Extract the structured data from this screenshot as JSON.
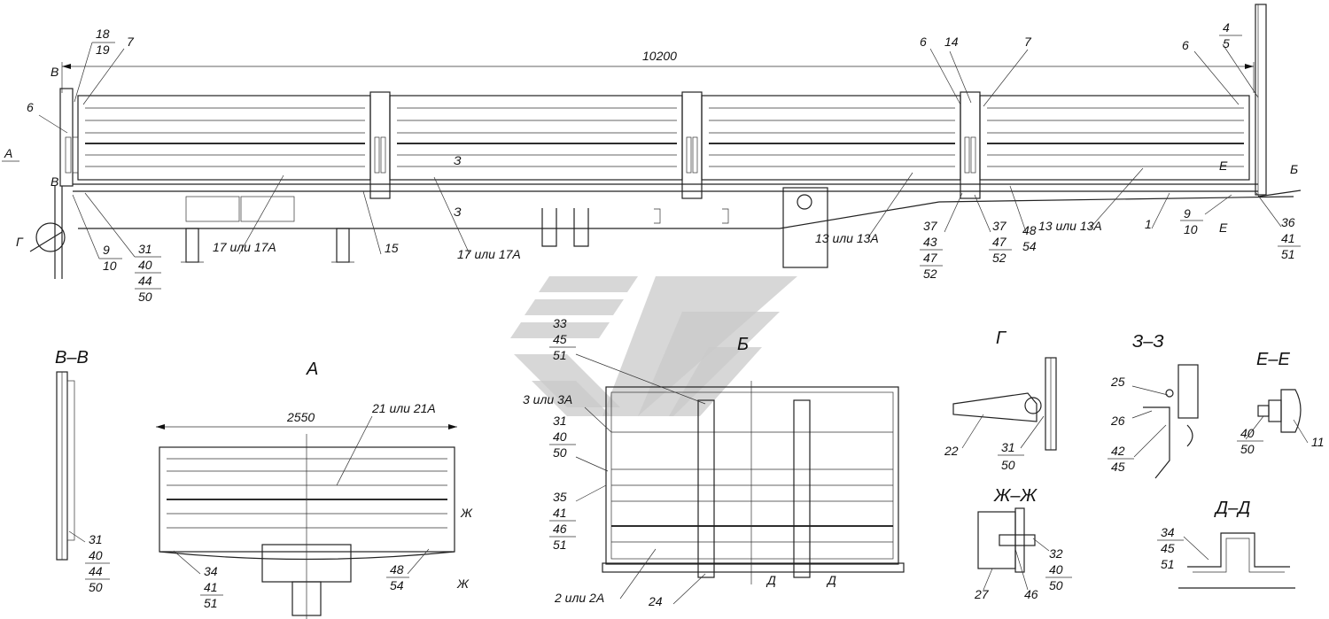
{
  "dimensions": {
    "overall_length": "10200",
    "width": "2550"
  },
  "view_titles": {
    "a": "А",
    "b": "Б",
    "vv": "В–В",
    "g": "Г",
    "zz": "З–З",
    "ee": "Е–Е",
    "zhzh": "Ж–Ж",
    "dd": "Д–Д"
  },
  "section_marks": {
    "v": "В",
    "a": "А",
    "g": "Г",
    "b": "Б",
    "z": "З",
    "e": "Е",
    "zh": "Ж",
    "d": "Д"
  },
  "callouts_main": {
    "c18_19": [
      "18",
      "19"
    ],
    "c7a": "7",
    "c6a": "6",
    "c9_10": [
      "9",
      "10"
    ],
    "c31_stack": [
      "31",
      "40",
      "44",
      "50"
    ],
    "c17a": "17 или 17А",
    "c15": "15",
    "c17b": "17 или 17А",
    "c13a": "13 или 13А",
    "c6b": "6",
    "c14": "14",
    "c7b": "7",
    "c37a": [
      "37",
      "43",
      "47",
      "52"
    ],
    "c37b": [
      "37",
      "47",
      "52"
    ],
    "c48_54": [
      "48",
      "54"
    ],
    "c13b": "13 или 13А",
    "c1": "1",
    "c9_10b": [
      "9",
      "10"
    ],
    "c6c": "6",
    "c4_5": [
      "4",
      "5"
    ],
    "c36": [
      "36",
      "41",
      "51"
    ]
  },
  "callouts_vv": {
    "stack": [
      "31",
      "40",
      "44",
      "50"
    ]
  },
  "callouts_a": {
    "c21": "21 или 21А",
    "c34": [
      "34",
      "41",
      "51"
    ],
    "c48": [
      "48",
      "54"
    ]
  },
  "callouts_b": {
    "c33": [
      "33",
      "45",
      "51"
    ],
    "c3": "3 или 3А",
    "c31": [
      "31",
      "40",
      "50"
    ],
    "c35": [
      "35",
      "41",
      "46",
      "51"
    ],
    "c2": "2 или 2А",
    "c24": "24"
  },
  "callouts_g": {
    "c22": "22",
    "c31": [
      "31",
      "50"
    ]
  },
  "callouts_zz": {
    "c25": "25",
    "c26": "26",
    "c42": [
      "42",
      "45"
    ]
  },
  "callouts_ee": {
    "c40": [
      "40",
      "50"
    ],
    "c11": "11"
  },
  "callouts_zhzh": {
    "c27": "27",
    "c46": "46",
    "c32": [
      "32",
      "40",
      "50"
    ]
  },
  "callouts_dd": {
    "c34": [
      "34",
      "45",
      "51"
    ]
  }
}
